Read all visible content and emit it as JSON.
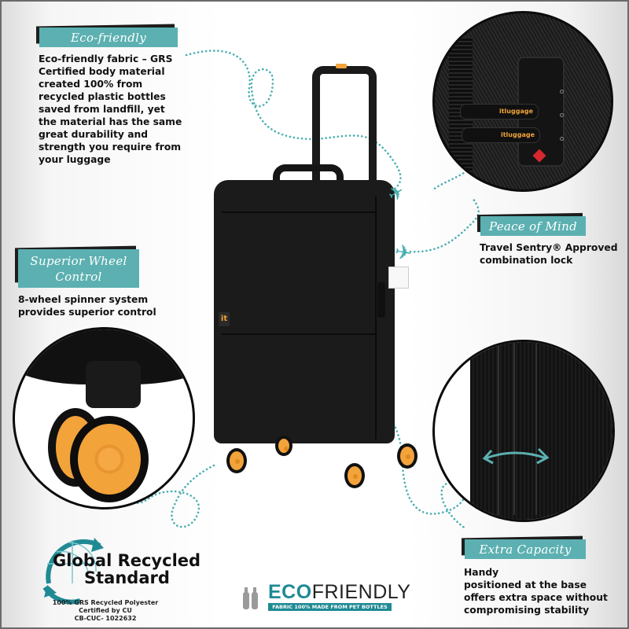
{
  "features": {
    "eco_friendly": {
      "label": "Eco-friendly",
      "lines": [
        "Eco-friendly fabric – GRS",
        "Certified body material",
        "created 100% from",
        "recycled plastic bottles",
        "saved from landfill, yet",
        "the material has the same",
        "great durability and",
        "strength you require from",
        "your luggage"
      ]
    },
    "superior_wheel": {
      "label_line1": "Superior Wheel",
      "label_line2": "Control",
      "lines": [
        "8-wheel spinner system",
        "provides superior control"
      ]
    },
    "peace_of_mind": {
      "label": "Peace of Mind",
      "lines": [
        "Travel Sentry® Approved",
        "combination lock"
      ]
    },
    "extra_capacity": {
      "label": "Extra Capacity",
      "lines": [
        "Handy",
        "positioned at the base",
        "offers extra space without",
        "compromising stability"
      ]
    }
  },
  "certification": {
    "title_line1": "Global Recycled",
    "title_line2": "Standard",
    "lines": [
      "100% GRS Recycled Polyester",
      "Certified by CU",
      "CB-CUC- 1022632"
    ]
  },
  "eco_badge": {
    "word_bold": "ECO",
    "word_light": "FRIENDLY",
    "tagline": "FABRIC 100% MADE FROM PET BOTTLES"
  },
  "product": {
    "brand_logo": "it",
    "lock_brand": "itluggage"
  },
  "colors": {
    "accent_teal": "#5cb0b1",
    "wheel_orange": "#f2a33a",
    "luggage_black": "#1b1b1b"
  }
}
